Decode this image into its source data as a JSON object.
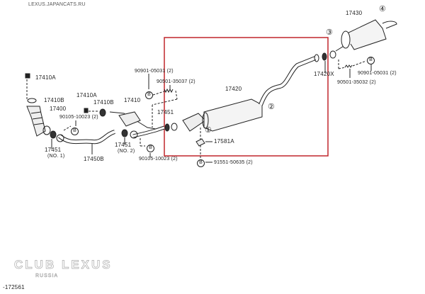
{
  "site_label": "LEXUS.JAPANCATS.RU",
  "highlight_color": "#c0262c",
  "parts": {
    "p17410A_a": "17410A",
    "p17410B_a": "17410B",
    "p17400": "17400",
    "p17410A_b": "17410A",
    "p17410B_b": "17410B",
    "p17410": "17410",
    "p90105_a": "90105-10023 (2)",
    "p17451_no1": "17451",
    "no1": "(NO. 1)",
    "p17450B": "17450B",
    "p17451_no2": "17451",
    "no2": "(NO. 2)",
    "p90105_b": "90105-10023 (2)",
    "p90901_a": "90901-05031 (2)",
    "p90501_a": "90501-35037 (2)",
    "p17451": "17451",
    "p17420": "17420",
    "p17581A": "17581A",
    "p91551": "91551-50635 (2)",
    "p17420X": "17420X",
    "p17430": "17430",
    "p90901_b": "90901-05031 (2)",
    "p90501_b": "90501-35032 (2)"
  },
  "callouts": {
    "c1": "①",
    "c2": "②",
    "c3": "③",
    "c4": "④",
    "b": "B"
  },
  "watermark": {
    "title": "CLUB LEXUS",
    "subtitle": "RUSSIA"
  },
  "figure_number": "-172561"
}
